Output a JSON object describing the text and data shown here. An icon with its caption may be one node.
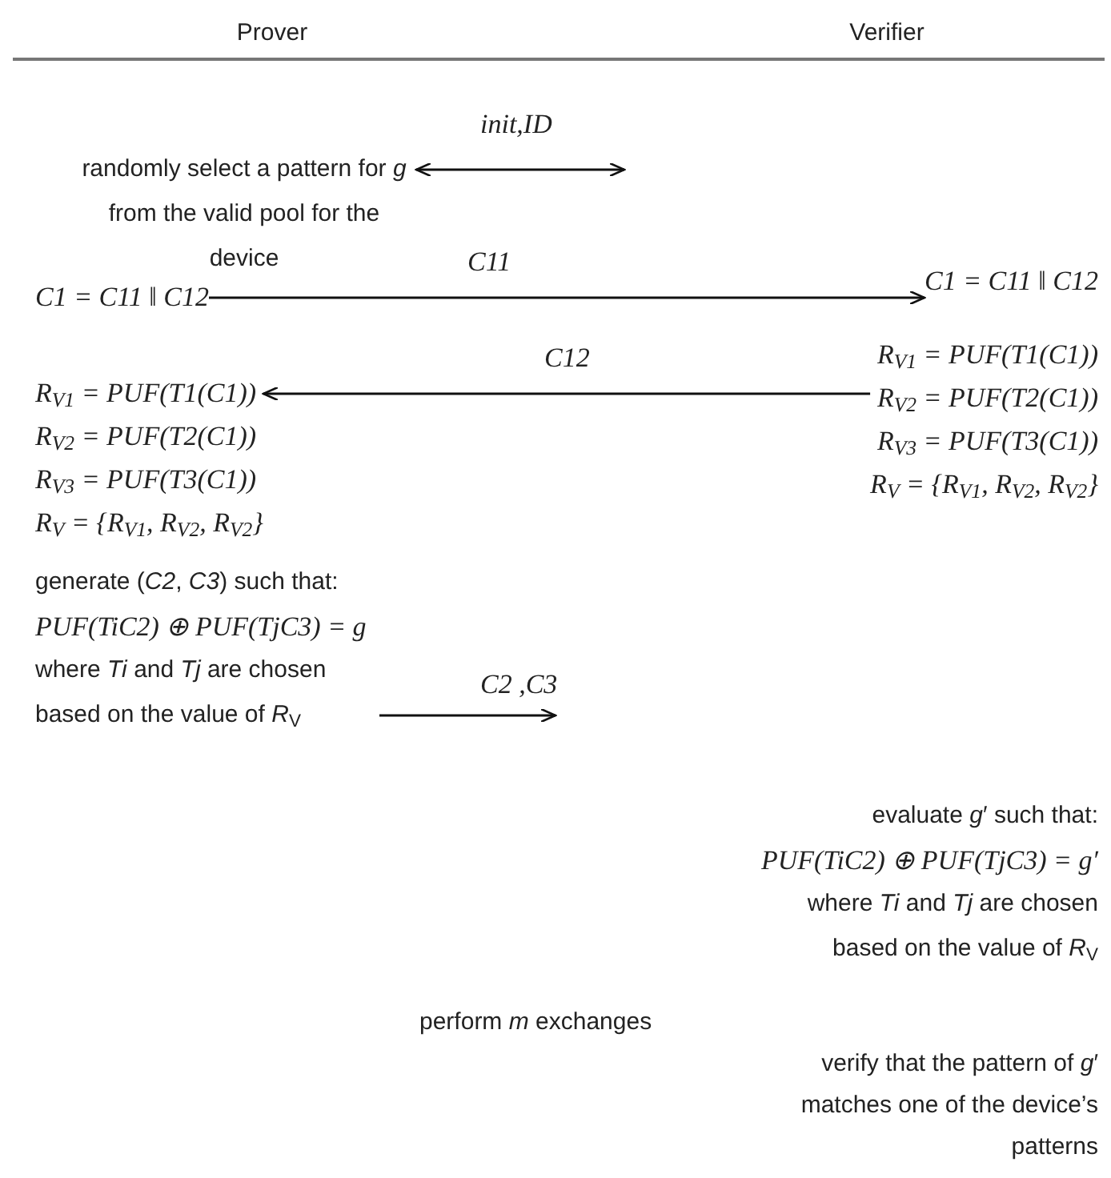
{
  "diagram": {
    "nodes": [
      {
        "text": [
          "randomly select a pattern for *g* from the valid pool for the device"
        ]
      },
      {
        "text": [
          "C1 =  C11 ‖ C12"
        ]
      },
      {
        "text": [
          "C1 =  C11 ‖ C12"
        ]
      },
      {
        "text": [
          "R$_{V1}$ =  PUF(T1(C1))",
          "R$_{V2}$ =  PUF(T2(C1))",
          "R$_{V3}$ =  PUF(T3(C1))",
          "R$_{V}$ = {R$_{V1}$, R$_{V2}$, R$_{V2}$}"
        ]
      },
      {
        "text": [
          "R$_{V1}$ =  PUF(T1(C1))",
          "R$_{V2}$ =  PUF(T2(C1))",
          "R$_{V3}$ =  PUF(T3(C1))",
          "R$_{V}$ = {R$_{V1}$, R$_{V2}$, R$_{V2}$}"
        ]
      },
      {
        "text": [
          "generate (*C2*, *C3*) such that:",
          "PUF(TiC2) ⊕ PUF(TjC3) = g",
          "where *Ti* and *Tj* are chosen based on the value of *R*$_{V}$"
        ]
      },
      {
        "text": [
          "evaluate *g*′ such that:",
          "PUF(TiC2) ⊕ PUF(TjC3) = g′",
          "where *Ti* and *Tj* are chosen based on the value of *R*$_{V}$"
        ]
      }
    ],
    "edges": [
      {
        "from": 0,
        "to": null,
        "arrow": "both",
        "label": "init,ID"
      },
      {
        "from": 1,
        "to": 2,
        "arrow": "to",
        "label": "C11"
      },
      {
        "from": 4,
        "to": 3,
        "arrow": "to",
        "label": "C12"
      },
      {
        "from": 5,
        "to": null,
        "arrow": "to",
        "label": "C2 ,C3"
      }
    ],
    "labels": [
      "Prover",
      "Verifier",
      "perform *m* exchanges",
      "verify that the pattern of *g*′ matches one of the device’s patterns"
    ]
  }
}
